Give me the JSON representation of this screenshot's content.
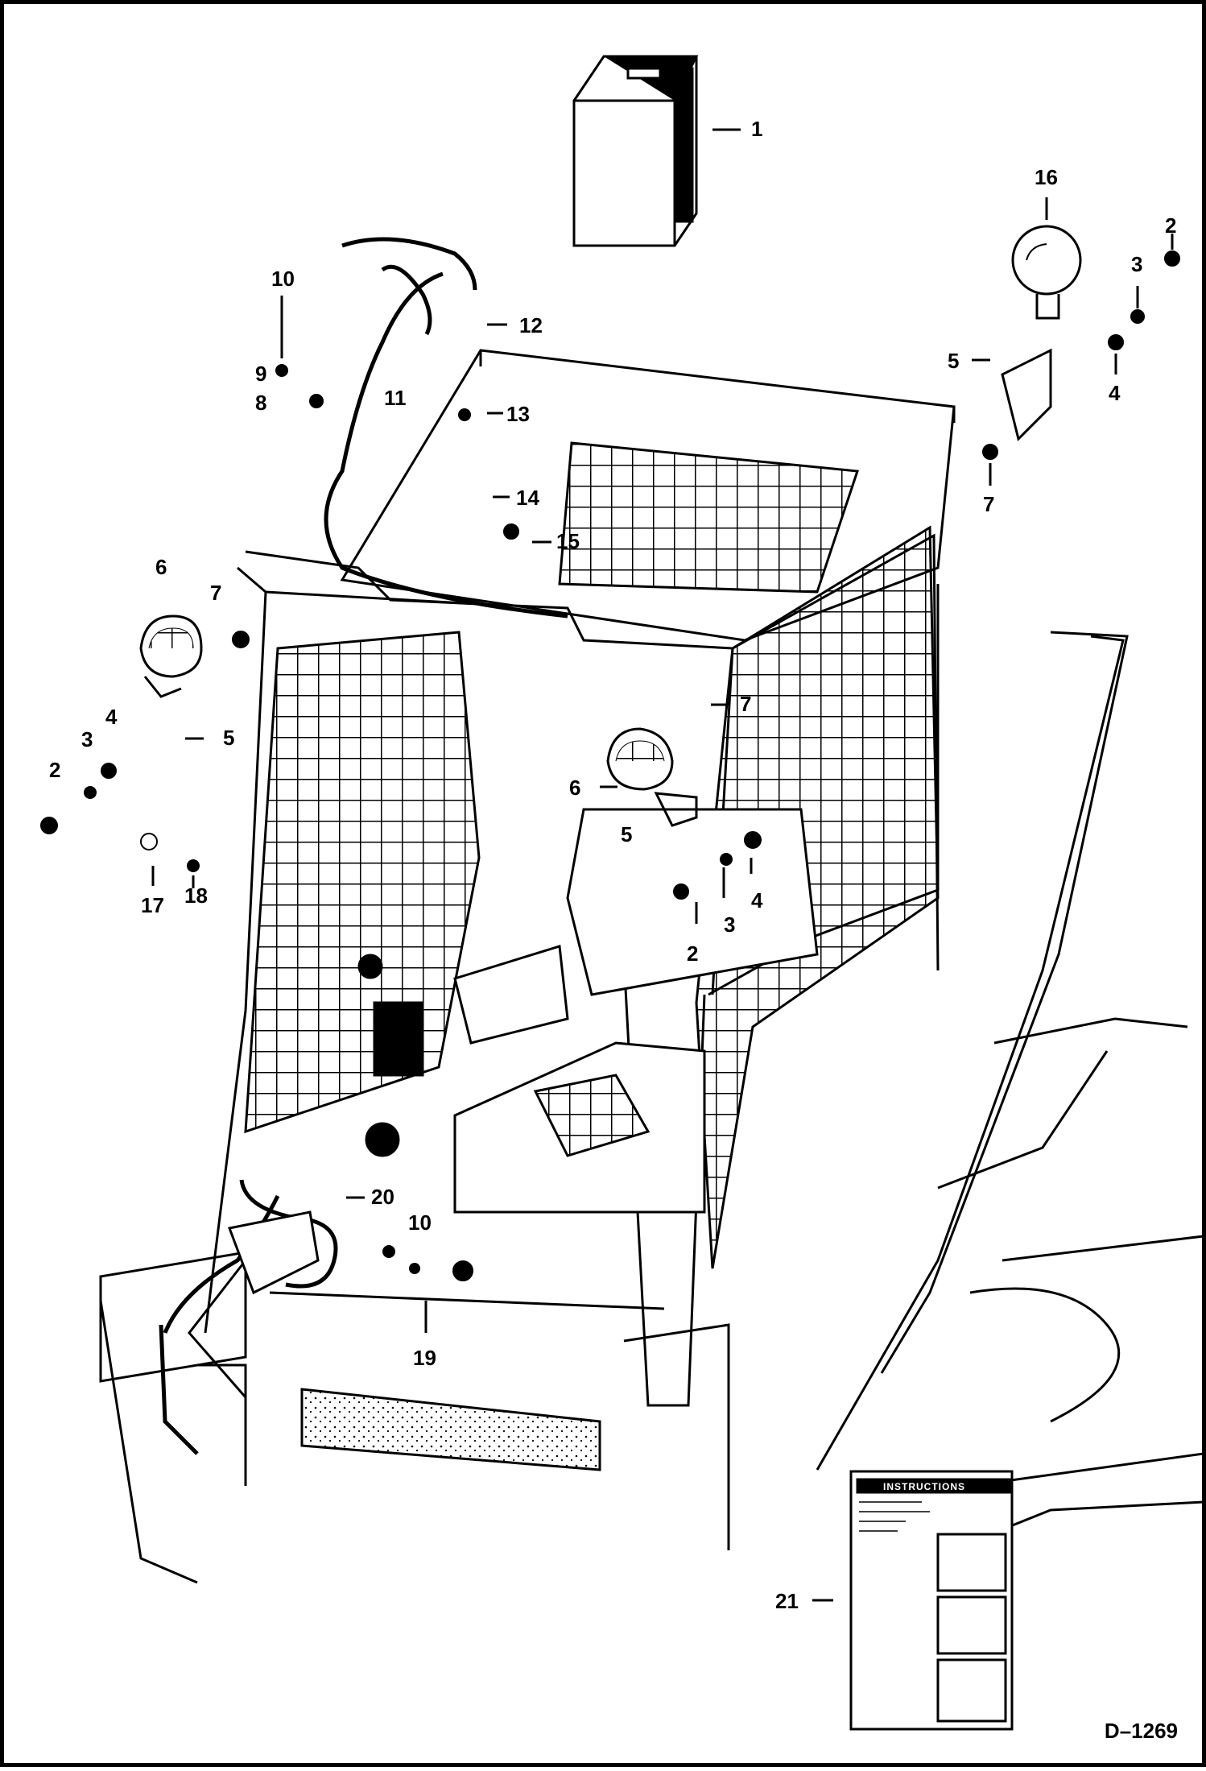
{
  "drawing_id": "D–1269",
  "callouts": [
    {
      "id": "c1",
      "text": "1"
    },
    {
      "id": "c16",
      "text": "16"
    },
    {
      "id": "c2a",
      "text": "2"
    },
    {
      "id": "c3a",
      "text": "3"
    },
    {
      "id": "c5a",
      "text": "5"
    },
    {
      "id": "c4a",
      "text": "4"
    },
    {
      "id": "c7a",
      "text": "7"
    },
    {
      "id": "c10a",
      "text": "10"
    },
    {
      "id": "c12",
      "text": "12"
    },
    {
      "id": "c9",
      "text": "9"
    },
    {
      "id": "c11",
      "text": "11"
    },
    {
      "id": "c8",
      "text": "8"
    },
    {
      "id": "c13",
      "text": "13"
    },
    {
      "id": "c14",
      "text": "14"
    },
    {
      "id": "c15",
      "text": "15"
    },
    {
      "id": "c6a",
      "text": "6"
    },
    {
      "id": "c7b",
      "text": "7"
    },
    {
      "id": "c4b",
      "text": "4"
    },
    {
      "id": "c5b",
      "text": "5"
    },
    {
      "id": "c3b",
      "text": "3"
    },
    {
      "id": "c2b",
      "text": "2"
    },
    {
      "id": "c17",
      "text": "17"
    },
    {
      "id": "c18",
      "text": "18"
    },
    {
      "id": "c7c",
      "text": "7"
    },
    {
      "id": "c6b",
      "text": "6"
    },
    {
      "id": "c5c",
      "text": "5"
    },
    {
      "id": "c4c",
      "text": "4"
    },
    {
      "id": "c3c",
      "text": "3"
    },
    {
      "id": "c2c",
      "text": "2"
    },
    {
      "id": "c20",
      "text": "20"
    },
    {
      "id": "c10b",
      "text": "10"
    },
    {
      "id": "c19",
      "text": "19"
    },
    {
      "id": "c21",
      "text": "21"
    }
  ],
  "instruction_card": {
    "title": "INSTRUCTIONS"
  }
}
